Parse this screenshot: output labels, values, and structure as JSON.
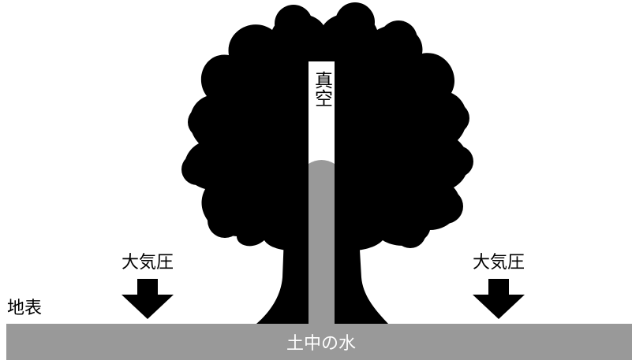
{
  "labels": {
    "vacuum": "真空",
    "pressure_left": "大気圧",
    "pressure_right": "大気圧",
    "ground_surface": "地表",
    "soil_water": "土中の水"
  },
  "colors": {
    "tree": "#000000",
    "water": "#999999",
    "ground": "#999999",
    "vacuum": "#ffffff",
    "soil_text": "#ffffff",
    "background": "#ffffff"
  }
}
